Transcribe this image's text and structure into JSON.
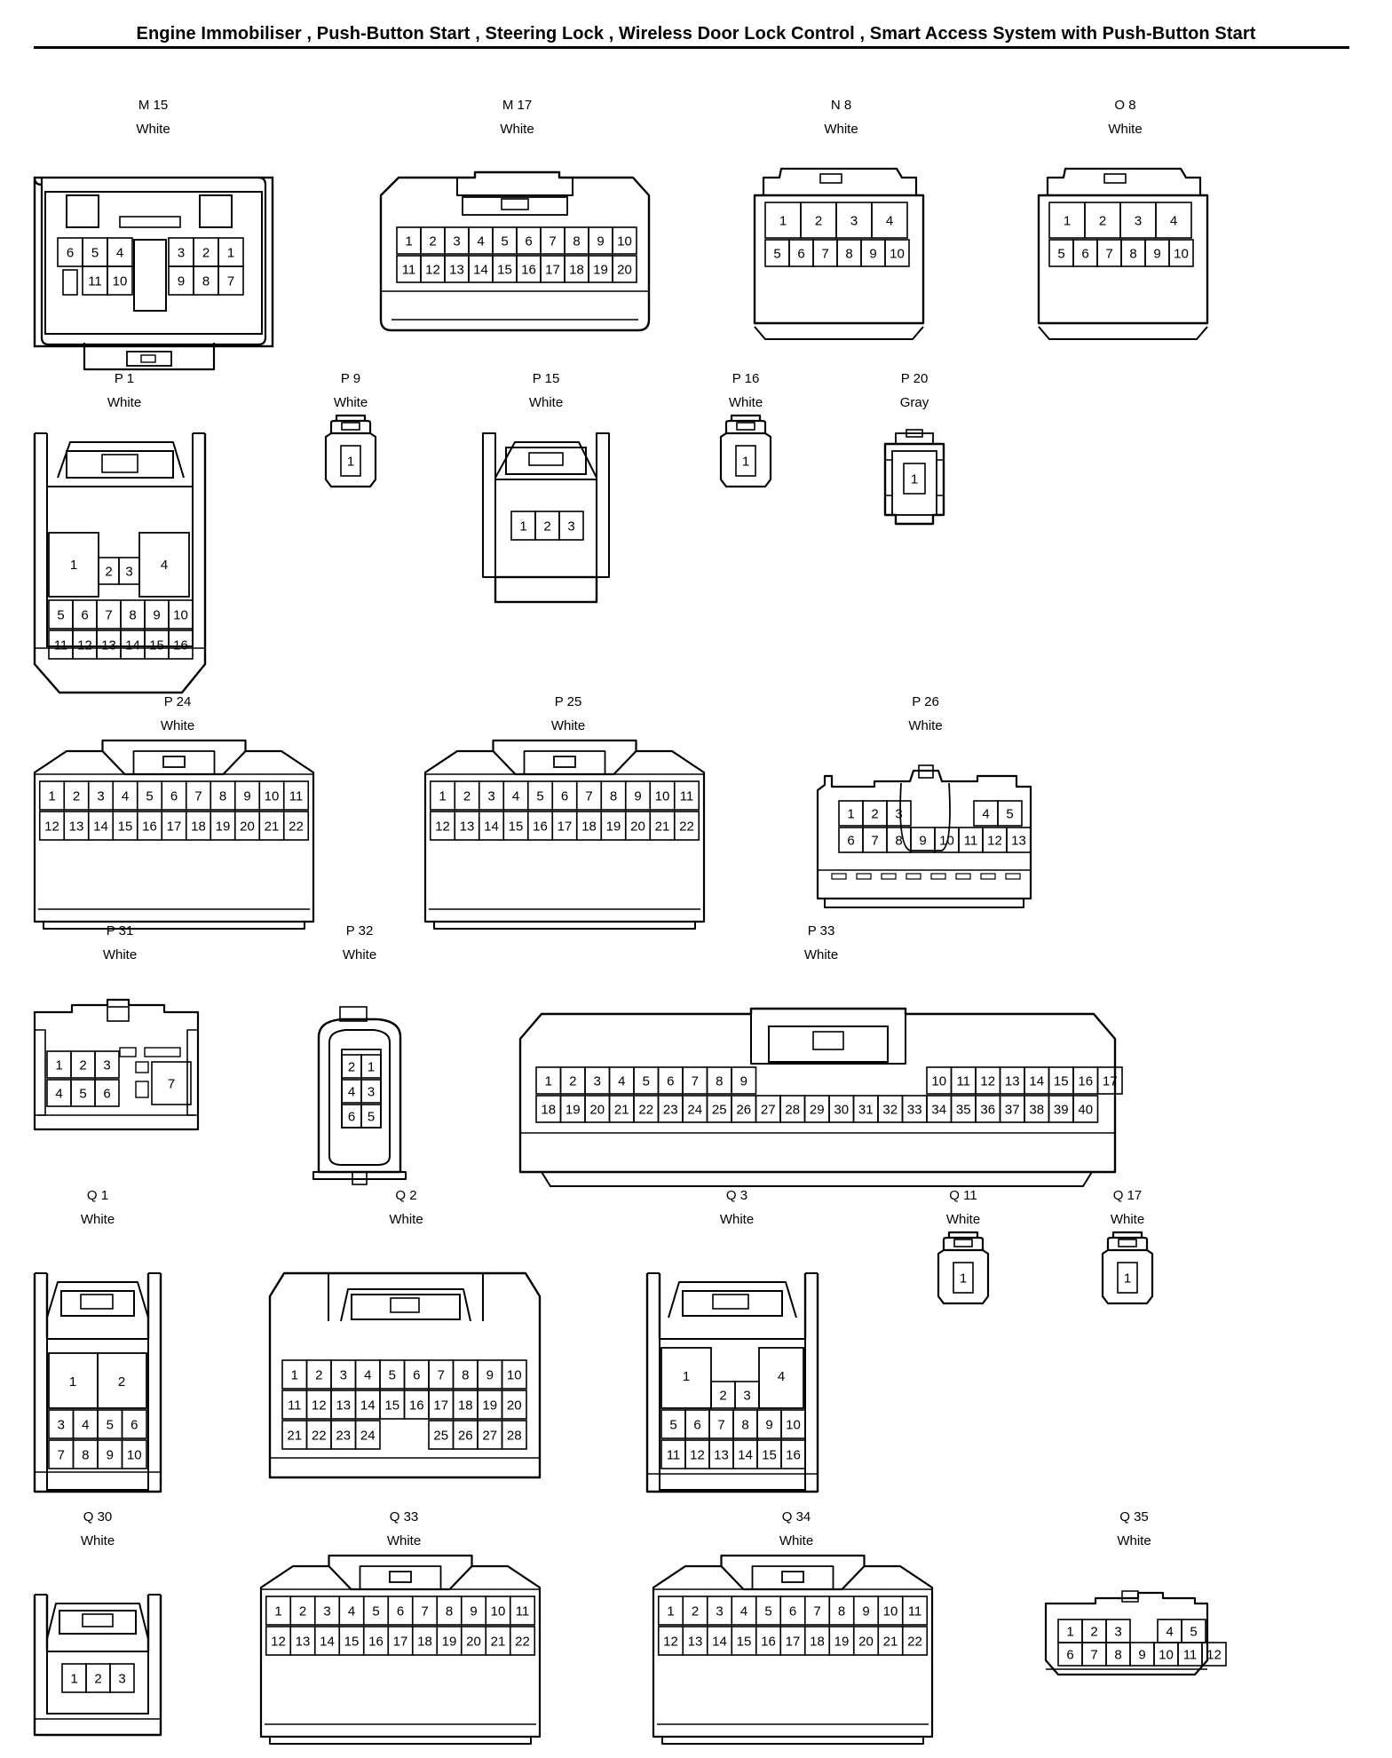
{
  "title": "Engine Immobiliser , Push-Button Start , Steering Lock , Wireless Door Lock Control , Smart Access System with Push-Button Start",
  "connectors": [
    {
      "id": "m15",
      "code": "M 15",
      "color": "White"
    },
    {
      "id": "m17",
      "code": "M 17",
      "color": "White"
    },
    {
      "id": "n8",
      "code": "N 8",
      "color": "White"
    },
    {
      "id": "o8",
      "code": "O 8",
      "color": "White"
    },
    {
      "id": "p1",
      "code": "P 1",
      "color": "White"
    },
    {
      "id": "p9",
      "code": "P 9",
      "color": "White"
    },
    {
      "id": "p15",
      "code": "P 15",
      "color": "White"
    },
    {
      "id": "p16",
      "code": "P 16",
      "color": "White"
    },
    {
      "id": "p20",
      "code": "P 20",
      "color": "Gray"
    },
    {
      "id": "p24",
      "code": "P 24",
      "color": "White"
    },
    {
      "id": "p25",
      "code": "P 25",
      "color": "White"
    },
    {
      "id": "p26",
      "code": "P 26",
      "color": "White"
    },
    {
      "id": "p31",
      "code": "P 31",
      "color": "White"
    },
    {
      "id": "p32",
      "code": "P 32",
      "color": "White"
    },
    {
      "id": "p33",
      "code": "P 33",
      "color": "White"
    },
    {
      "id": "q1",
      "code": "Q 1",
      "color": "White"
    },
    {
      "id": "q2",
      "code": "Q 2",
      "color": "White"
    },
    {
      "id": "q3",
      "code": "Q 3",
      "color": "White"
    },
    {
      "id": "q11",
      "code": "Q 11",
      "color": "White"
    },
    {
      "id": "q17",
      "code": "Q 17",
      "color": "White"
    },
    {
      "id": "q30",
      "code": "Q 30",
      "color": "White"
    },
    {
      "id": "q33",
      "code": "Q 33",
      "color": "White"
    },
    {
      "id": "q34",
      "code": "Q 34",
      "color": "White"
    },
    {
      "id": "q35",
      "code": "Q 35",
      "color": "White"
    }
  ]
}
